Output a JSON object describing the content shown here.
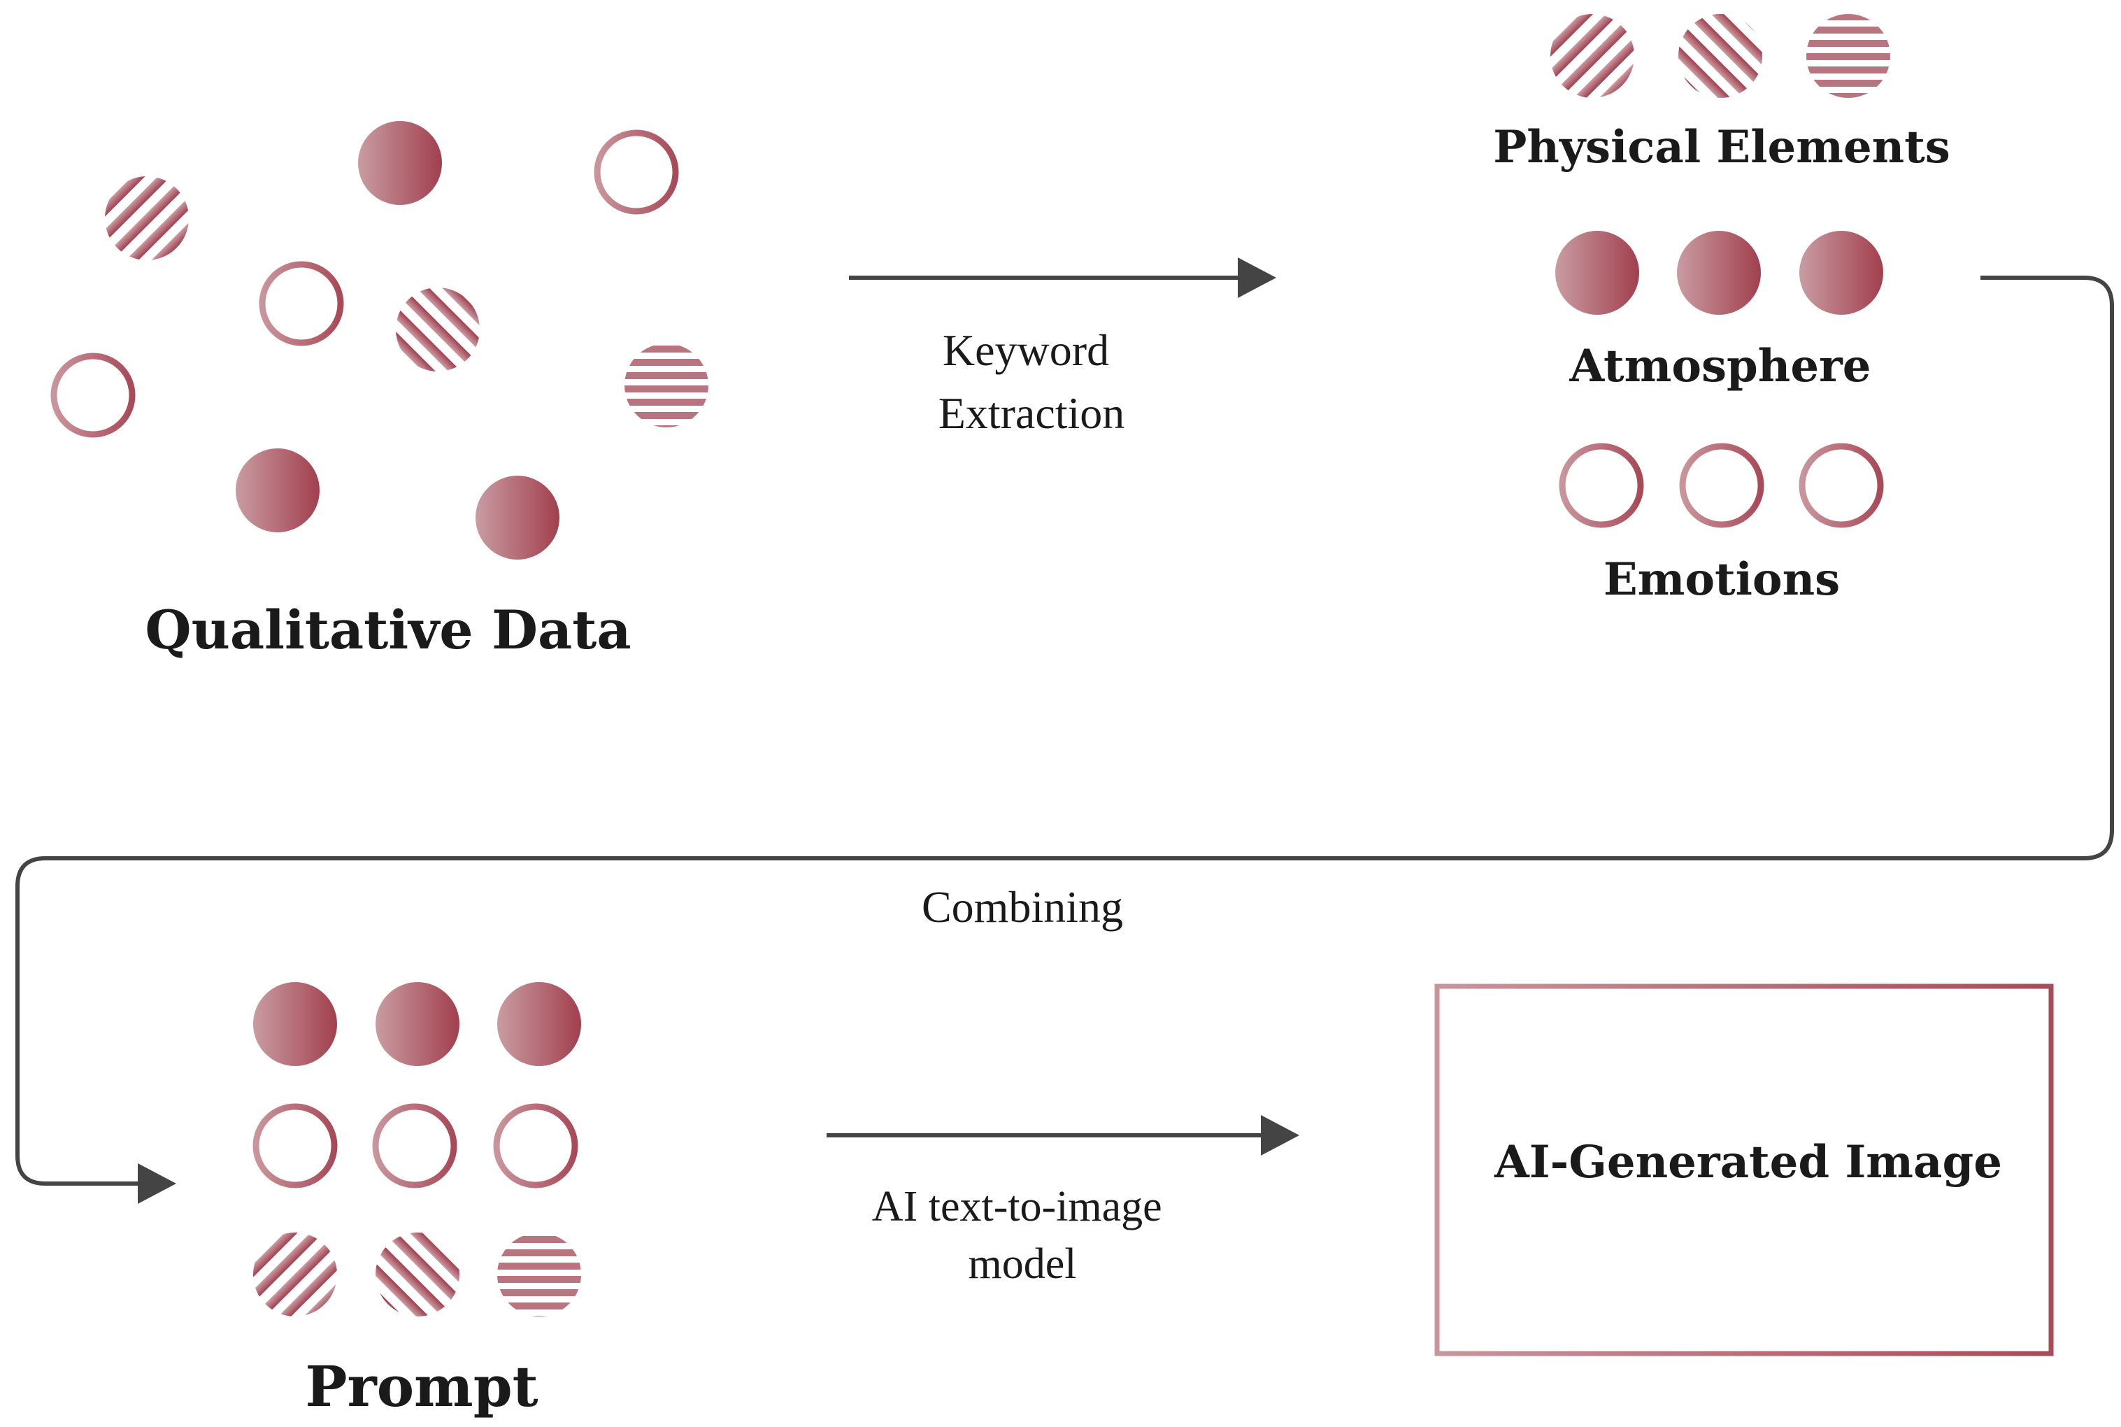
{
  "colors": {
    "accent_light": "#c79aa0",
    "accent_dark": "#a2404f",
    "outline": "#b06470",
    "arrow": "#444444",
    "text": "#1a1a1a"
  },
  "labels": {
    "qualitative_data": "Qualitative Data",
    "keyword_extraction_line1": "Keyword",
    "keyword_extraction_line2": "Extraction",
    "physical_elements": "Physical Elements",
    "atmosphere": "Atmosphere",
    "emotions": "Emotions",
    "combining": "Combining",
    "prompt": "Prompt",
    "ai_model_line1": "AI text-to-image",
    "ai_model_line2": "model",
    "ai_generated_image": "AI-Generated Image"
  },
  "legend_symbols": {
    "physical_elements": [
      "diagonal-stripes-icon",
      "back-diagonal-stripes-icon",
      "horizontal-stripes-icon"
    ],
    "atmosphere": "filled-circle-icon",
    "emotions": "ring-icon"
  }
}
